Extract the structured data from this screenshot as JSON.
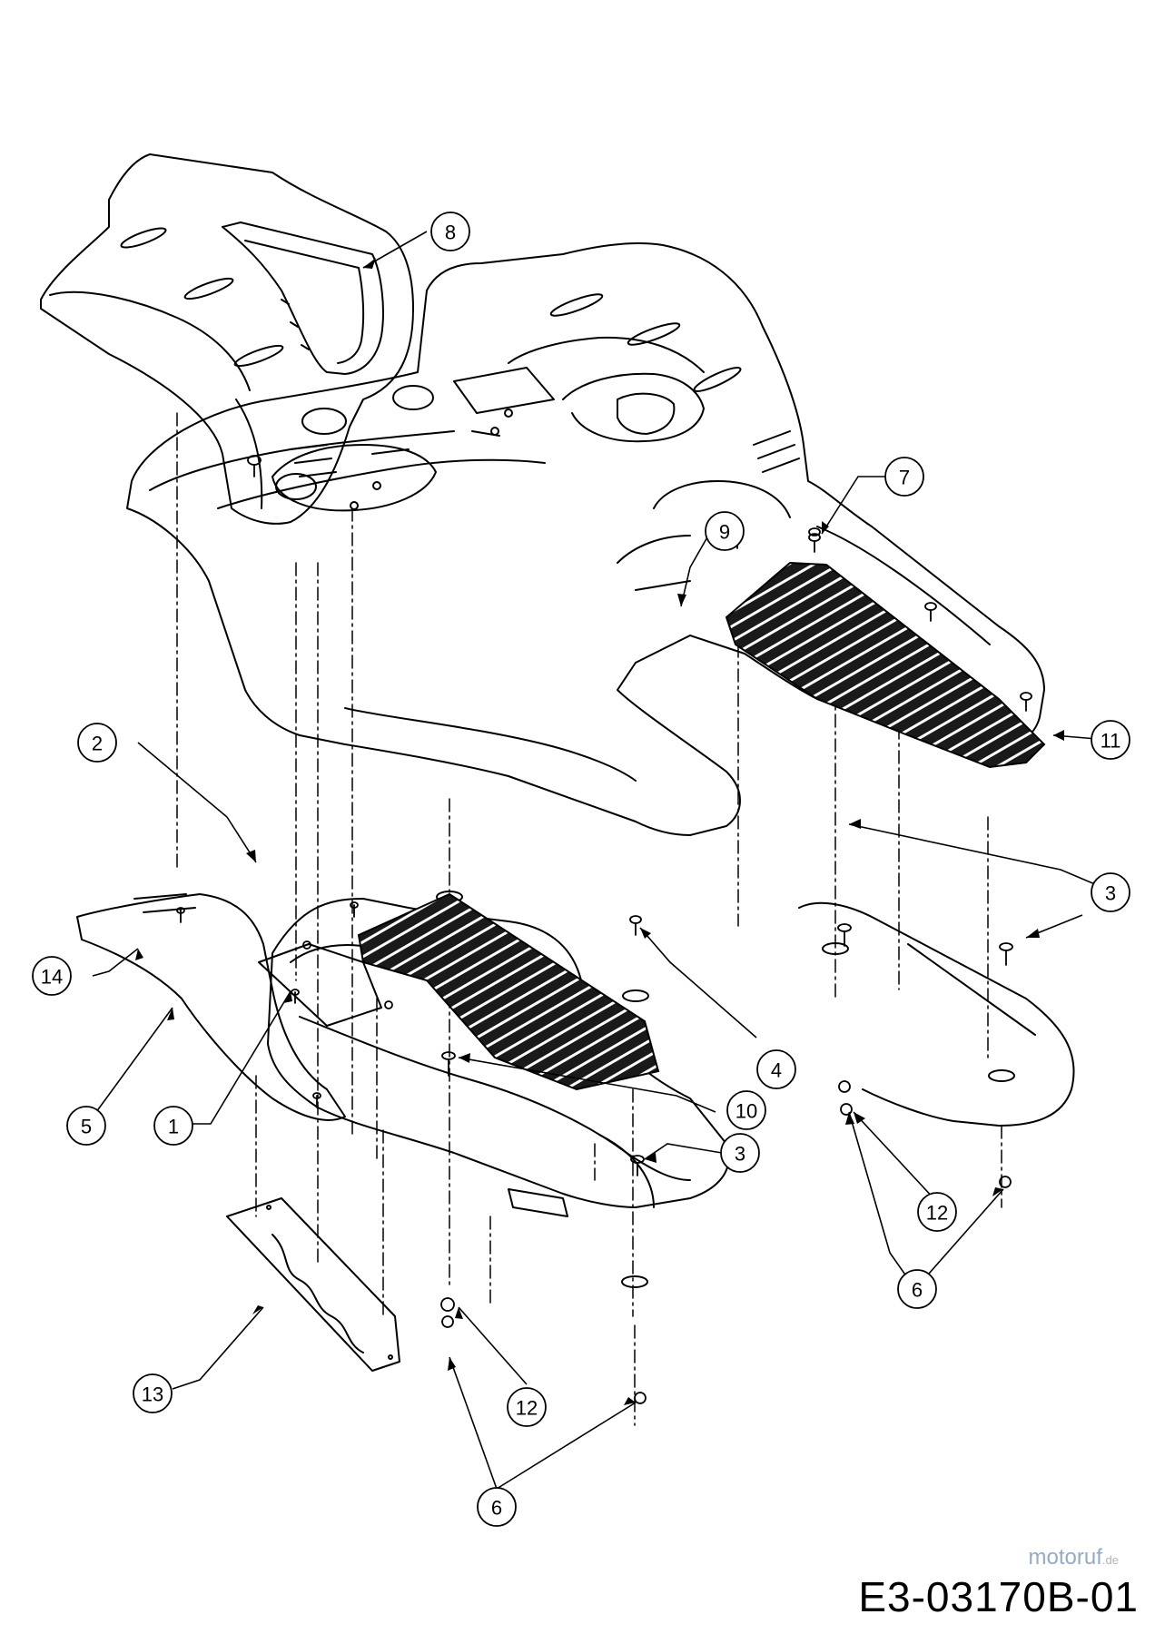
{
  "diagram": {
    "code": "E3-03170B-01",
    "watermark": "motoruf",
    "watermark_tld": ".de"
  },
  "callouts": {
    "c1": "1",
    "c2": "2",
    "c3a": "3",
    "c3b": "3",
    "c3c": "3",
    "c4": "4",
    "c5": "5",
    "c6a": "6",
    "c6b": "6",
    "c7": "7",
    "c8": "8",
    "c9": "9",
    "c10": "10",
    "c11": "11",
    "c12a": "12",
    "c12b": "12",
    "c13": "13",
    "c14": "14"
  }
}
